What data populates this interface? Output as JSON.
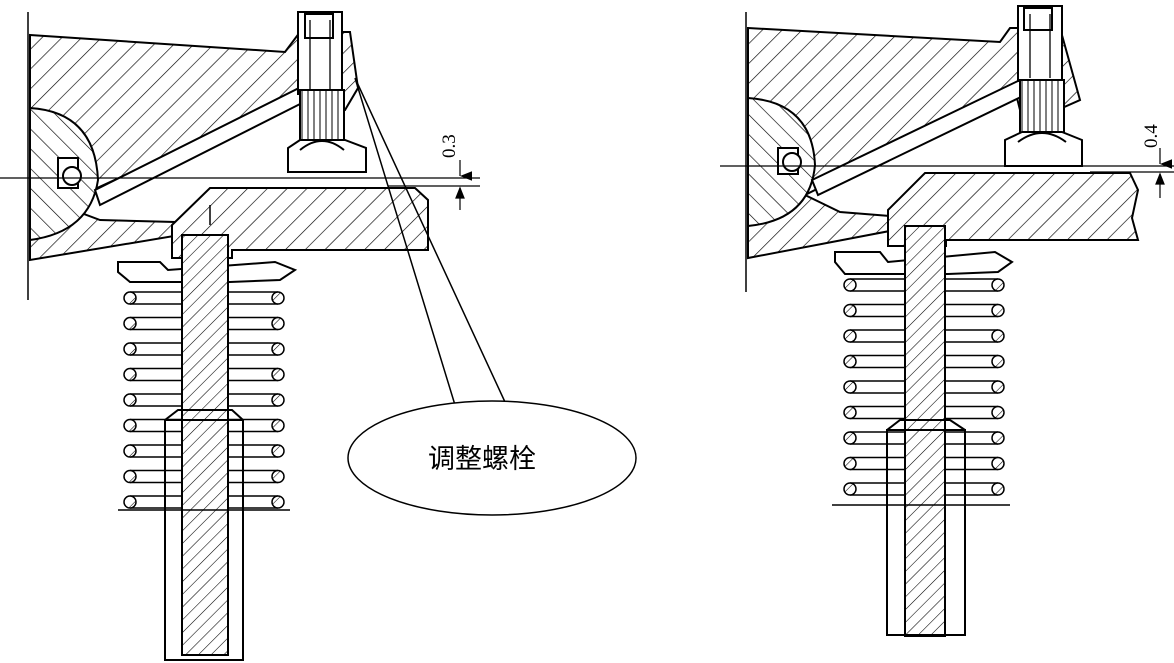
{
  "left_view": {
    "clearance_label": "0.3"
  },
  "right_view": {
    "clearance_label": "0.4"
  },
  "callout": {
    "label": "调整螺栓"
  },
  "colors": {
    "line": "#000000",
    "paper": "#ffffff"
  }
}
